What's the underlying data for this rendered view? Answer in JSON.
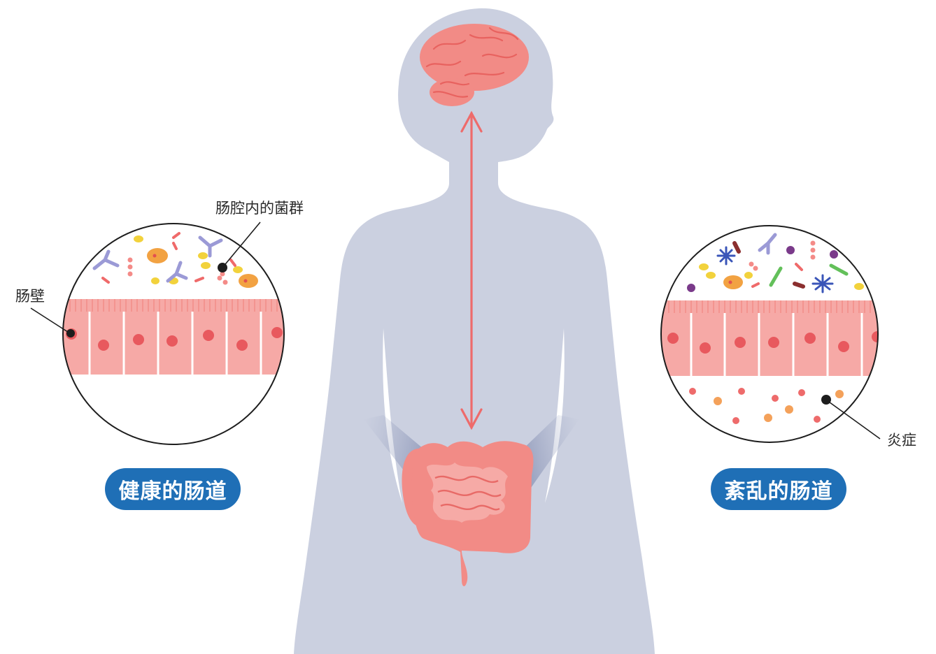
{
  "labels": {
    "lumen_flora": "肠腔内的菌群",
    "gut_wall": "肠壁",
    "inflammation": "炎症"
  },
  "badges": {
    "healthy": "健康的肠道",
    "disordered": "紊乱的肠道"
  },
  "colors": {
    "silhouette": "#cbd0e0",
    "organ": "#f28b86",
    "organ_dark": "#e8625f",
    "wall": "#f6a9a6",
    "arrow": "#ee6b6b",
    "badge": "#1f6fb6"
  }
}
